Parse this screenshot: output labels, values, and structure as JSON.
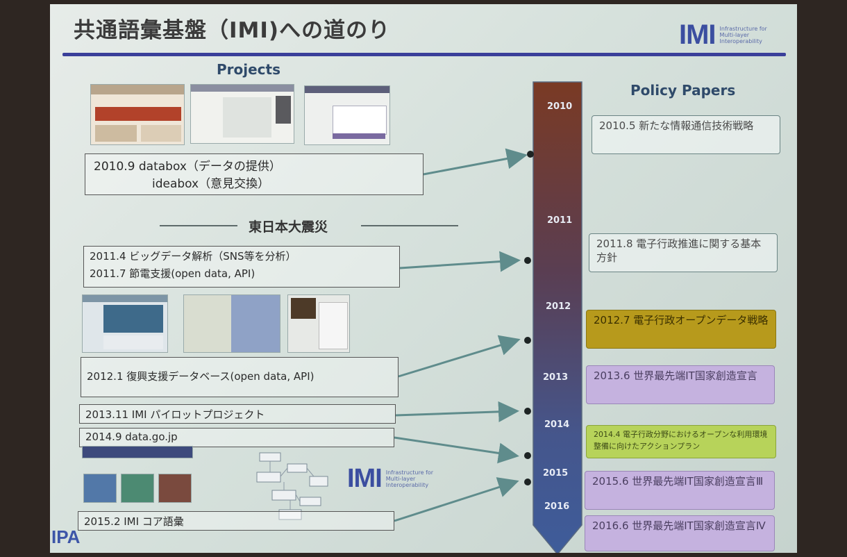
{
  "title": "共通語彙基盤（IMI)への道のり",
  "logo": {
    "text": "IMI",
    "tagline": "Infrastructure for Multi-layer Interoperability"
  },
  "projects_heading": "Projects",
  "policy_heading": "Policy Papers",
  "disaster_label": "東日本大震災",
  "projects": [
    {
      "line1": "2010.9 databox（データの提供）",
      "line2": "ideabox（意見交換）"
    },
    {
      "line1": "2011.4 ビッグデータ解析（SNS等を分析）",
      "line2": "2011.7 節電支援(open data, API)"
    },
    {
      "line1": "2012.1 復興支援データベース(open data, API)"
    },
    {
      "line1": "2013.11 IMI パイロットプロジェクト"
    },
    {
      "line1": "2014.9 data.go.jp"
    },
    {
      "line1": "2015.2 IMI コア語彙"
    }
  ],
  "years": [
    "2010",
    "2011",
    "2012",
    "2013",
    "2014",
    "2015",
    "2016"
  ],
  "policies": [
    {
      "text": "2010.5 新たな情報通信技術戦略",
      "style": "plain"
    },
    {
      "text": "2011.8 電子行政推進に関する基本方針",
      "style": "plain"
    },
    {
      "text": "2012.7 電子行政オープンデータ戦略",
      "style": "olive"
    },
    {
      "text": "2013.6 世界最先端IT国家創造宣言",
      "style": "purple"
    },
    {
      "text": "2014.4 電子行政分野におけるオープンな利用環境整備に向けたアクションプラン",
      "style": "lime"
    },
    {
      "text": "2015.6 世界最先端IT国家創造宣言Ⅲ",
      "style": "purple"
    },
    {
      "text": "2016.6 世界最先端IT国家創造宣言Ⅳ",
      "style": "purple"
    }
  ],
  "footer_logo": "IPA",
  "colors": {
    "title_bar": "#3a3f9a",
    "timeline_top": "#7a3a24",
    "timeline_bottom": "#3e5c9a",
    "olive": "#b79a1c",
    "purple": "#c5b2df",
    "lime": "#b7d35a"
  }
}
